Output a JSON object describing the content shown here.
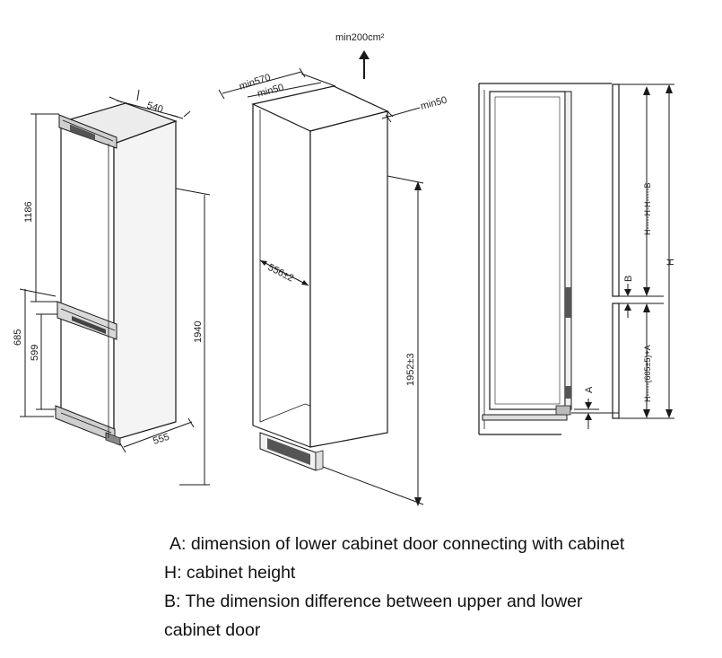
{
  "dimensions": {
    "appliance_depth": "540",
    "upper_door_height": "1186",
    "lower_total_height": "685",
    "lower_door_height": "599",
    "appliance_height": "1940",
    "appliance_width": "555",
    "vent_area": "min200cm²",
    "cabinet_width": "min570",
    "side_gap_left": "min50",
    "side_gap_right": "min50",
    "inner_width": "556±2",
    "cabinet_height": "1952±3"
  },
  "section_labels": {
    "H": "H",
    "B": "B",
    "A": "A",
    "upper_formula": "H-----H-H-----B",
    "lower_formula": "H-----(685±5)+A"
  },
  "legend": [
    "A: dimension of lower cabinet door connecting with cabinet",
    "H: cabinet height",
    "B: The dimension difference between upper and lower",
    "cabinet door"
  ]
}
